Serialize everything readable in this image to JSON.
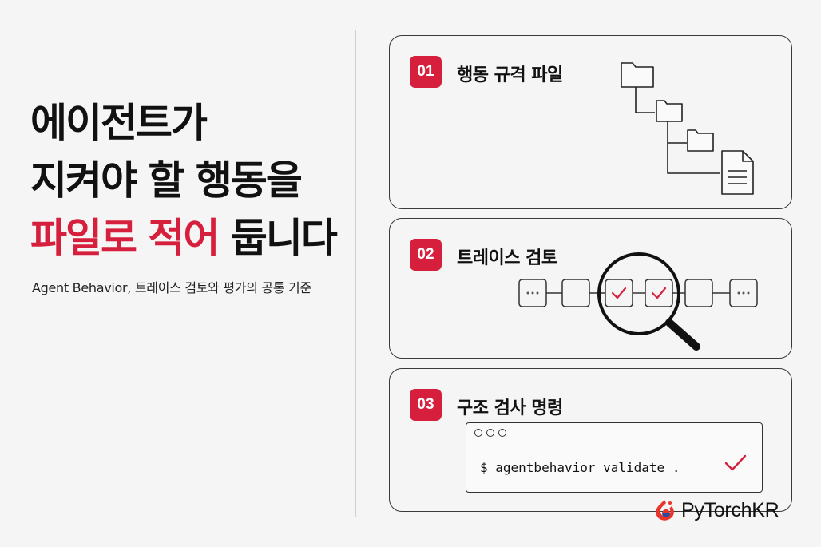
{
  "headline": {
    "line1": "에이전트가",
    "line2": "지켜야 할 행동을",
    "line3_red": "파일로 적어",
    "line3_black": " 둡니다"
  },
  "subtitle": "Agent Behavior, 트레이스 검토와 평가의 공통 기준",
  "cards": [
    {
      "number": "01",
      "title": "행동 규격 파일",
      "icon": "folder-tree-icon"
    },
    {
      "number": "02",
      "title": "트레이스 검토",
      "icon": "trace-magnifier-icon"
    },
    {
      "number": "03",
      "title": "구조 검사 명령",
      "icon": "terminal-icon",
      "command": "$ agentbehavior validate ."
    }
  ],
  "brand": {
    "name": "PyTorchKR"
  },
  "colors": {
    "accent": "#d61f3c",
    "text": "#111111",
    "background": "#f5f5f5"
  }
}
